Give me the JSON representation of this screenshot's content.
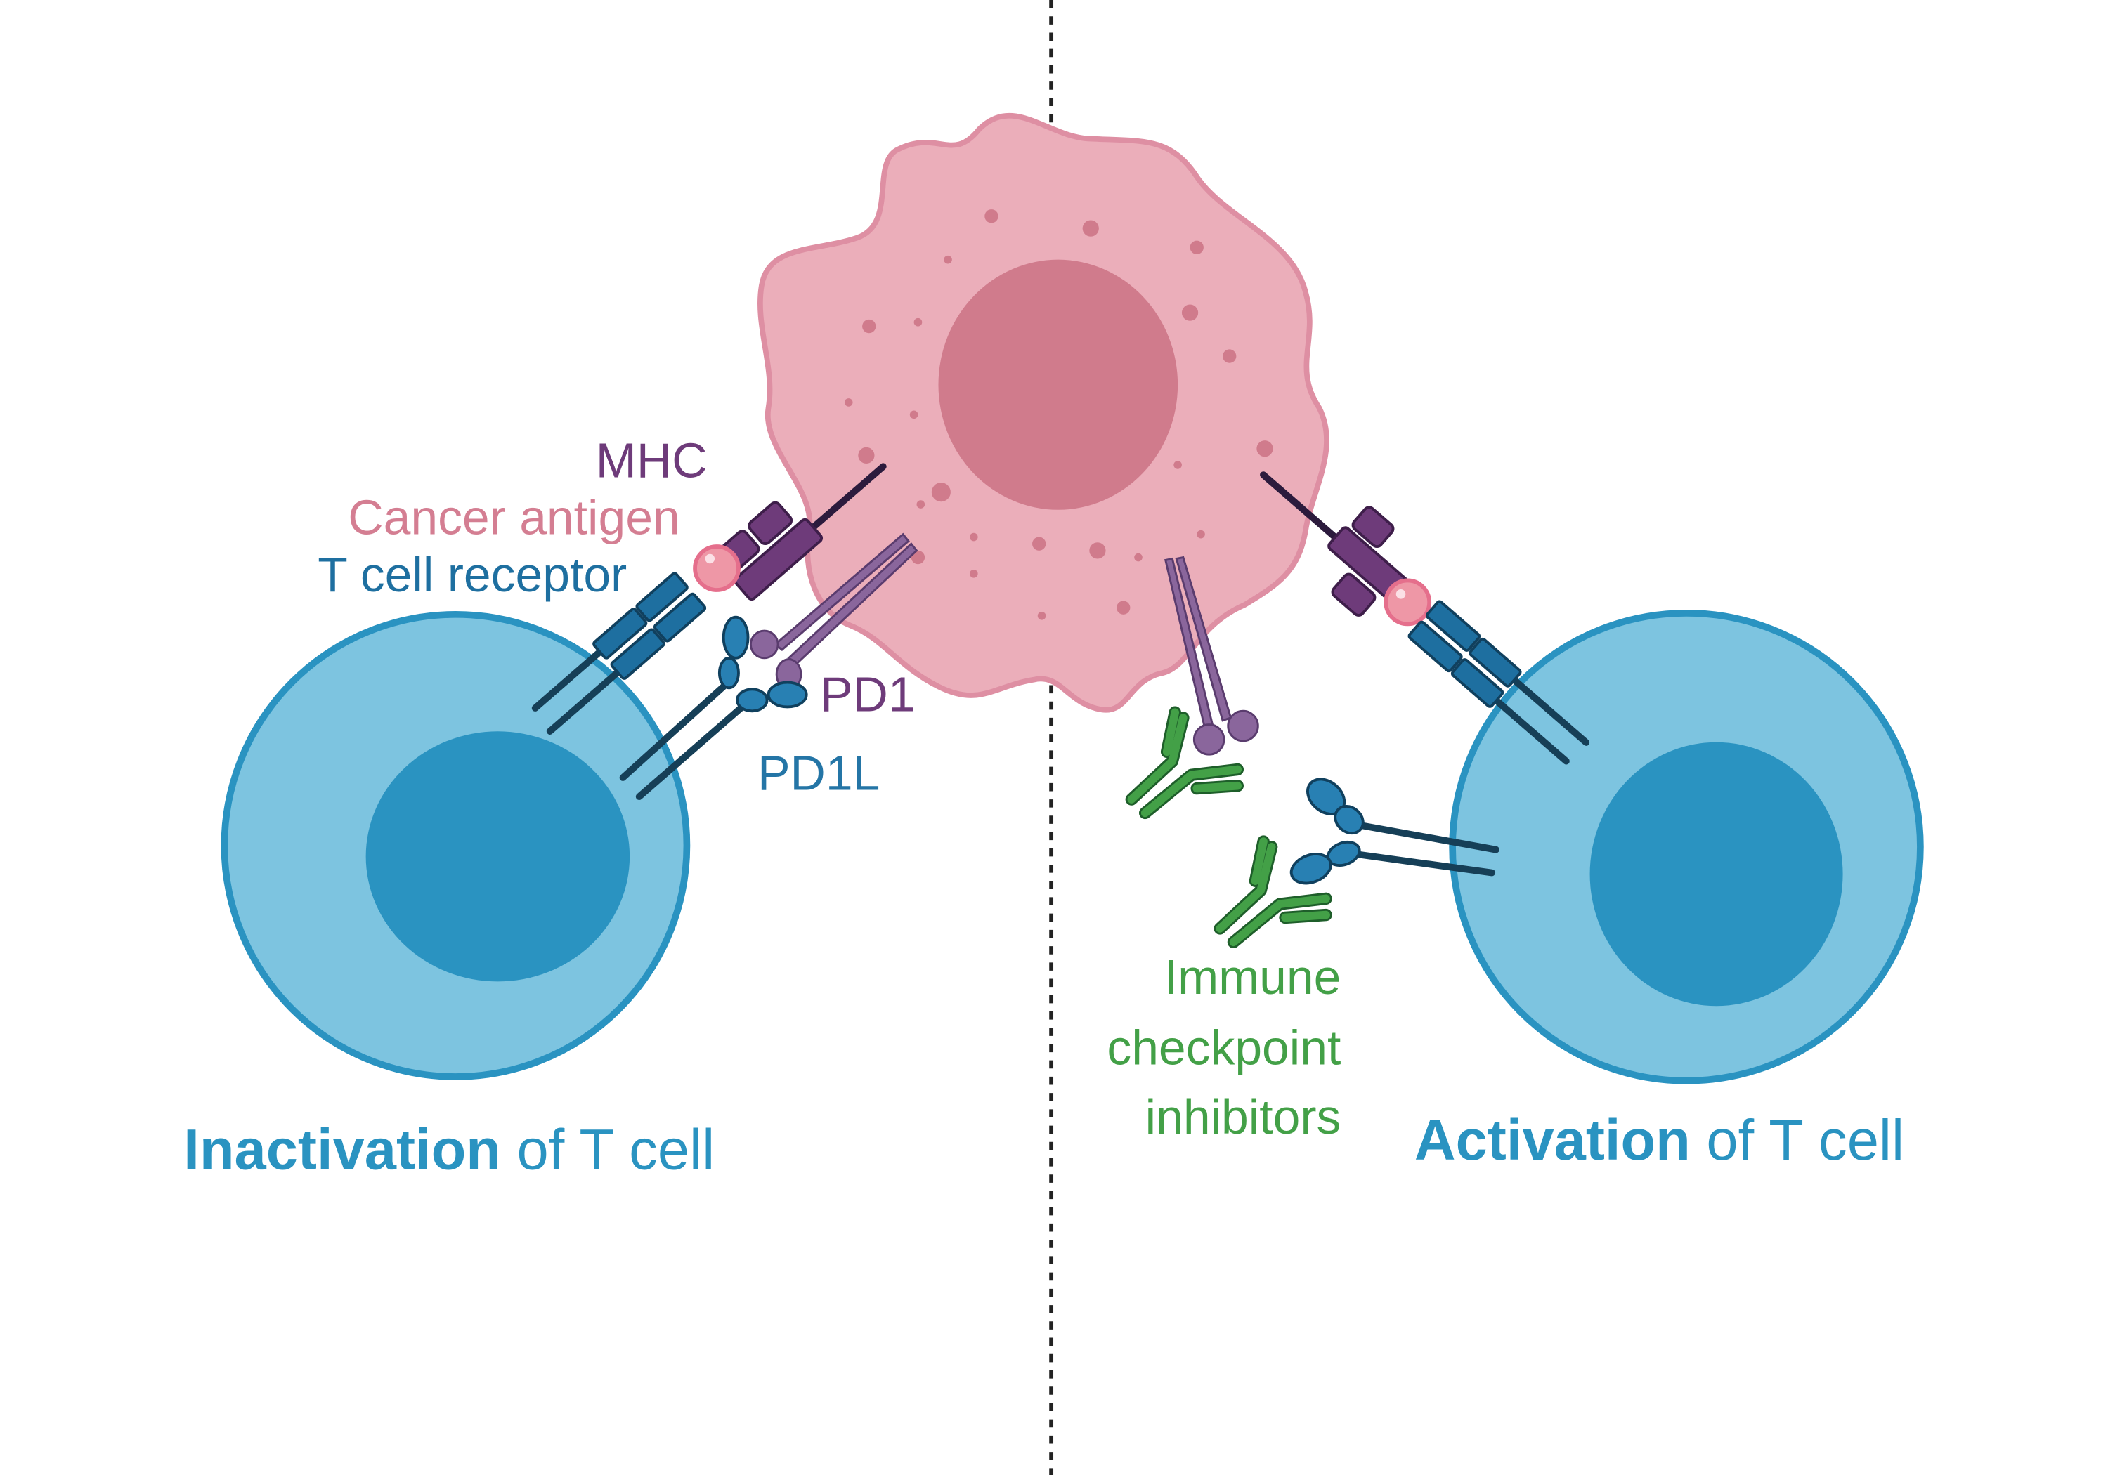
{
  "labels": {
    "mhc": "MHC",
    "cancer_antigen": "Cancer antigen",
    "t_cell_receptor": "T cell receptor",
    "pd1": "PD1",
    "pd1l": "PD1L",
    "inhibitors": [
      "Immune",
      "checkpoint",
      "inhibitors"
    ]
  },
  "captions": {
    "left": {
      "bold": "Inactivation",
      "rest": " of T cell"
    },
    "right": {
      "bold": "Activation",
      "rest": " of T cell"
    }
  },
  "colors": {
    "cancer_fill": "#EBAEBA",
    "cancer_stroke": "#DE8FA3",
    "cancer_nucleus": "#D07B8C",
    "tcell_fill": "#7DC4E0",
    "tcell_stroke": "#2A93C1",
    "tcell_nucleus": "#2A93C1",
    "mhc": "#6E3B7A",
    "antigen": "#EE97A6",
    "tcr": "#1E6FA0",
    "pd1": "#8A669C",
    "antibody": "#43A047"
  }
}
